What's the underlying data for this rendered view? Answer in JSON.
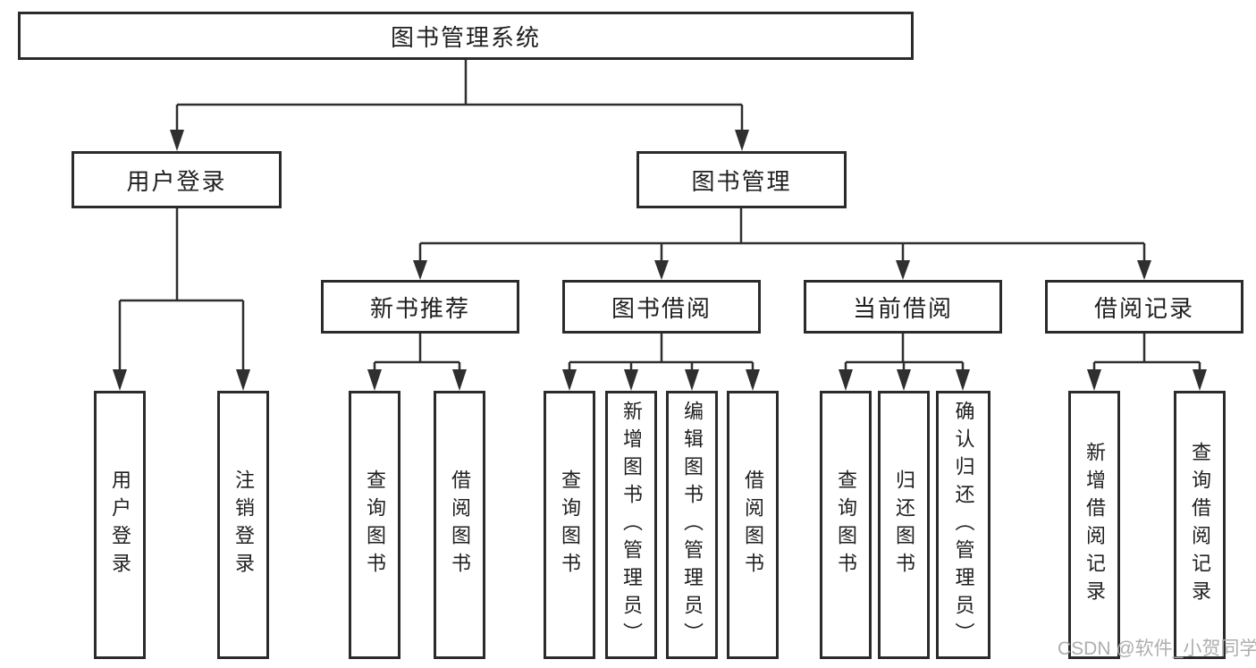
{
  "title": "图书管理系统",
  "branches": {
    "userLogin": {
      "label": "用户登录",
      "children": [
        "用户登录",
        "注销登录"
      ]
    },
    "bookMgmt": {
      "label": "图书管理",
      "children": {
        "newBooks": {
          "label": "新书推荐",
          "children": [
            "查询图书",
            "借阅图书"
          ]
        },
        "borrowing": {
          "label": "图书借阅",
          "children": [
            "查询图书",
            "新增图书（管理员）",
            "编辑图书（管理员）",
            "借阅图书"
          ]
        },
        "current": {
          "label": "当前借阅",
          "children": [
            "查询图书",
            "归还图书",
            "确认归还（管理员）"
          ]
        },
        "records": {
          "label": "借阅记录",
          "children": [
            "新增借阅记录",
            "查询借阅记录"
          ]
        }
      }
    }
  },
  "watermark": "CSDN @软件_小贺同学",
  "colors": {
    "line": "#2f2f2f",
    "border": "#2b2b2b",
    "background": "#ffffff",
    "watermark": "#aeaeae"
  }
}
